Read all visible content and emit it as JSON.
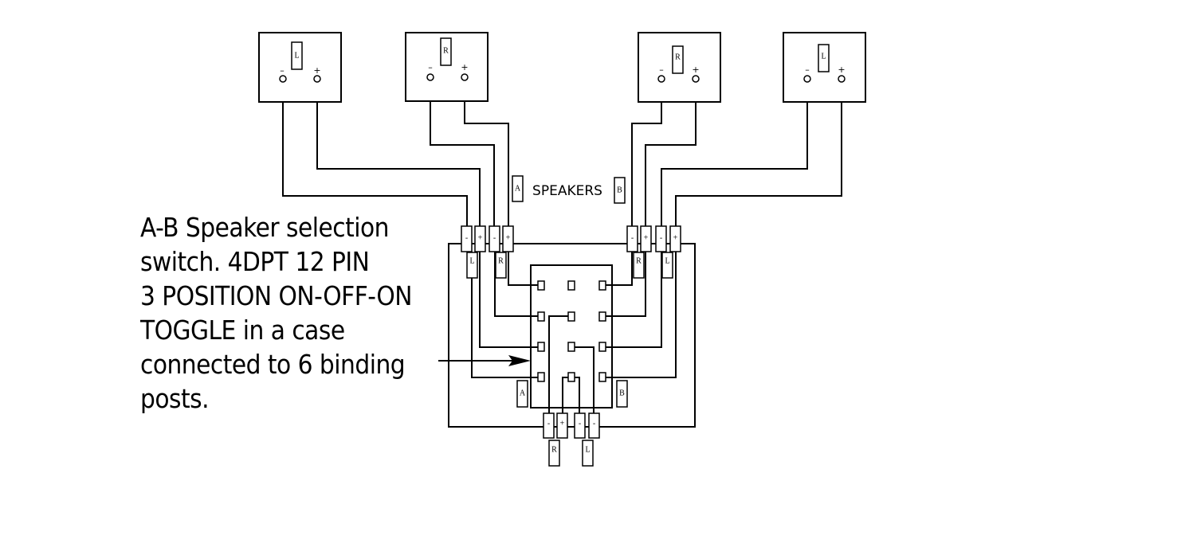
{
  "speakers": [
    {
      "channel": "L",
      "neg": "–",
      "pos": "+"
    },
    {
      "channel": "R",
      "neg": "–",
      "pos": "+"
    },
    {
      "channel": "R",
      "neg": "–",
      "pos": "+"
    },
    {
      "channel": "L",
      "neg": "–",
      "pos": "+"
    }
  ],
  "legend": {
    "a": "A",
    "title": "SPEAKERS",
    "b": "B"
  },
  "caption": [
    "A-B Speaker selection",
    "switch. 4DPT 12 PIN",
    "3 POSITION ON-OFF-ON",
    "TOGGLE in a case",
    "connected to 6 binding",
    "posts."
  ],
  "case": {
    "posts_left": [
      "-",
      "+",
      "-",
      "+"
    ],
    "posts_right": [
      "-",
      "+",
      "-",
      "+"
    ],
    "posts_bottom": [
      "-",
      "+",
      "-",
      "-"
    ],
    "tags_left": [
      "L",
      "R"
    ],
    "tags_right": [
      "R",
      "L"
    ],
    "tags_bottom": [
      "R",
      "L"
    ],
    "side_a": "A",
    "side_b": "B"
  }
}
